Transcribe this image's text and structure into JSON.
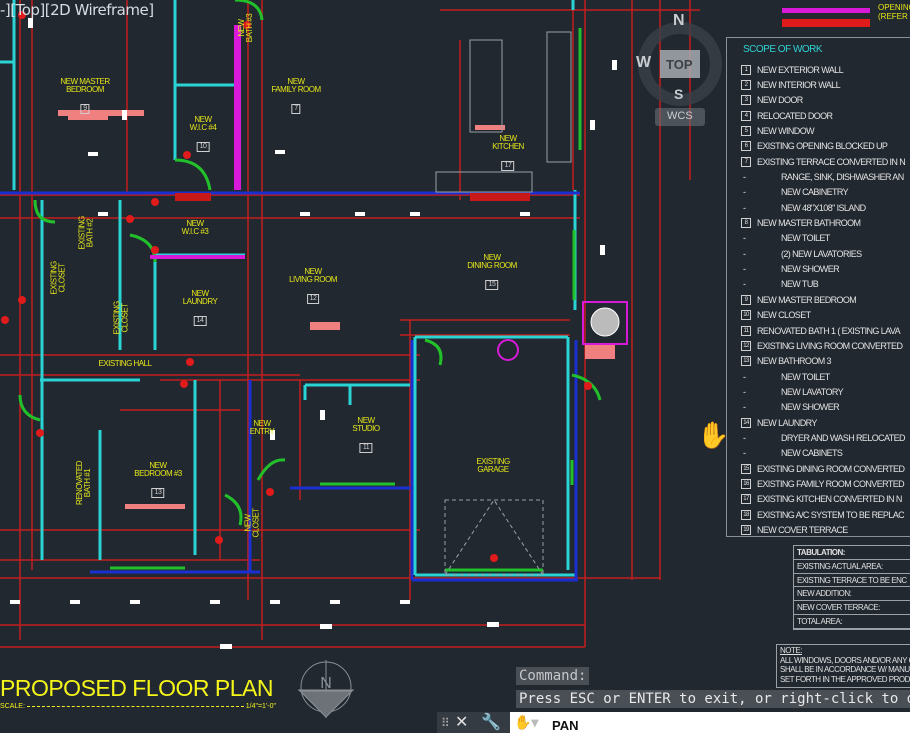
{
  "viewport": {
    "label": "-][Top][2D Wireframe]"
  },
  "viewcube": {
    "north": "N",
    "south": "S",
    "west": "W",
    "face": "TOP",
    "ucs": "WCS"
  },
  "legend": {
    "opening_text": "OPENING",
    "opening_note": "(REFER TO"
  },
  "rooms": [
    {
      "name": "NEW MASTER\nBEDROOM",
      "tag": "9"
    },
    {
      "name": "NEW\nFAMILY ROOM",
      "tag": "7"
    },
    {
      "name": "NEW\nW.I.C #4",
      "tag": "10"
    },
    {
      "name": "NEW\nBATH #3",
      "tag": ""
    },
    {
      "name": "NEW\nKITCHEN",
      "tag": "17"
    },
    {
      "name": "NEW\nW.I.C #3",
      "tag": ""
    },
    {
      "name": "EXISTING\nBATH #2",
      "tag": ""
    },
    {
      "name": "EXISTING\nCLOSET",
      "tag": ""
    },
    {
      "name": "EXISTING\nCLOSET",
      "tag": ""
    },
    {
      "name": "NEW\nLIVING ROOM",
      "tag": "12"
    },
    {
      "name": "NEW\nDINING ROOM",
      "tag": "15"
    },
    {
      "name": "NEW\nLAUNDRY",
      "tag": "14"
    },
    {
      "name": "EXISTING HALL",
      "tag": ""
    },
    {
      "name": "NEW\nENTRY",
      "tag": ""
    },
    {
      "name": "NEW\nSTUDIO",
      "tag": "11"
    },
    {
      "name": "EXISTING\nGARAGE",
      "tag": ""
    },
    {
      "name": "NEW\nBEDROOM #3",
      "tag": "13"
    },
    {
      "name": "RENOVATED\nBATH #1",
      "tag": ""
    },
    {
      "name": "NEW\nCLOSET",
      "tag": ""
    }
  ],
  "scope": {
    "title": "SCOPE OF WORK",
    "items": [
      {
        "num": "1",
        "text": "NEW EXTERIOR WALL"
      },
      {
        "num": "2",
        "text": "NEW INTERIOR WALL"
      },
      {
        "num": "3",
        "text": "NEW DOOR"
      },
      {
        "num": "4",
        "text": "RELOCATED DOOR"
      },
      {
        "num": "5",
        "text": "NEW WINDOW"
      },
      {
        "num": "6",
        "text": "EXISTING OPENING BLOCKED UP"
      },
      {
        "num": "7",
        "text": "EXISTING TERRACE CONVERTED IN N"
      },
      {
        "num": "-",
        "text": "RANGE, SINK, DISHWASHER AN"
      },
      {
        "num": "-",
        "text": "NEW CABINETRY"
      },
      {
        "num": "-",
        "text": "NEW 48\"X108\" ISLAND"
      },
      {
        "num": "8",
        "text": "NEW MASTER BATHROOM"
      },
      {
        "num": "-",
        "text": "NEW TOILET"
      },
      {
        "num": "-",
        "text": "(2) NEW LAVATORIES"
      },
      {
        "num": "-",
        "text": "NEW SHOWER"
      },
      {
        "num": "-",
        "text": "NEW TUB"
      },
      {
        "num": "9",
        "text": "NEW MASTER BEDROOM"
      },
      {
        "num": "10",
        "text": "NEW CLOSET"
      },
      {
        "num": "11",
        "text": "RENOVATED BATH 1 ( EXISTING LAVA"
      },
      {
        "num": "12",
        "text": "EXISTING LIVING ROOM CONVERTED"
      },
      {
        "num": "13",
        "text": "NEW BATHROOM 3"
      },
      {
        "num": "-",
        "text": "NEW TOILET"
      },
      {
        "num": "-",
        "text": "NEW LAVATORY"
      },
      {
        "num": "-",
        "text": "NEW SHOWER"
      },
      {
        "num": "14",
        "text": "NEW LAUNDRY"
      },
      {
        "num": "-",
        "text": "DRYER AND WASH RELOCATED"
      },
      {
        "num": "-",
        "text": "NEW CABINETS"
      },
      {
        "num": "15",
        "text": "EXISTING DINING ROOM CONVERTED"
      },
      {
        "num": "16",
        "text": "EXISTING FAMILY ROOM CONVERTED"
      },
      {
        "num": "17",
        "text": "EXISTING KITCHEN CONVERTED IN N"
      },
      {
        "num": "18",
        "text": "EXISTING A/C SYSTEM TO BE REPLAC"
      },
      {
        "num": "19",
        "text": "NEW COVER TERRACE"
      }
    ]
  },
  "tabulation": {
    "title": "TABULATION:",
    "rows": [
      "EXISTING ACTUAL AREA:",
      "EXISTING TERRACE TO BE ENC",
      "NEW ADDITION:",
      "NEW COVER TERRACE:",
      "TOTAL AREA:"
    ]
  },
  "note": {
    "title": "NOTE:",
    "lines": [
      "ALL WINDOWS, DOORS AND/OR ANY OT",
      "SHALL BE IN ACCORDANCE W/ MANUFA",
      "SET FORTH IN THE APPROVED PRODUC"
    ]
  },
  "drawing_title": {
    "title": "PROPOSED FLOOR PLAN",
    "scale_label": "SCALE:",
    "scale_value": "1/4\"=1'-0\"",
    "north": "N"
  },
  "command": {
    "label": "Command:",
    "message": "Press ESC or ENTER to exit, or right-click to display shortcut menu.",
    "input": "PAN"
  },
  "colors": {
    "background": "#212830",
    "exterior_wall": "#2ad4d4",
    "red": "#e01b1b",
    "blue": "#1a2fd0",
    "green": "#22c02a",
    "magenta": "#d81ad8",
    "text": "#e6e619"
  }
}
